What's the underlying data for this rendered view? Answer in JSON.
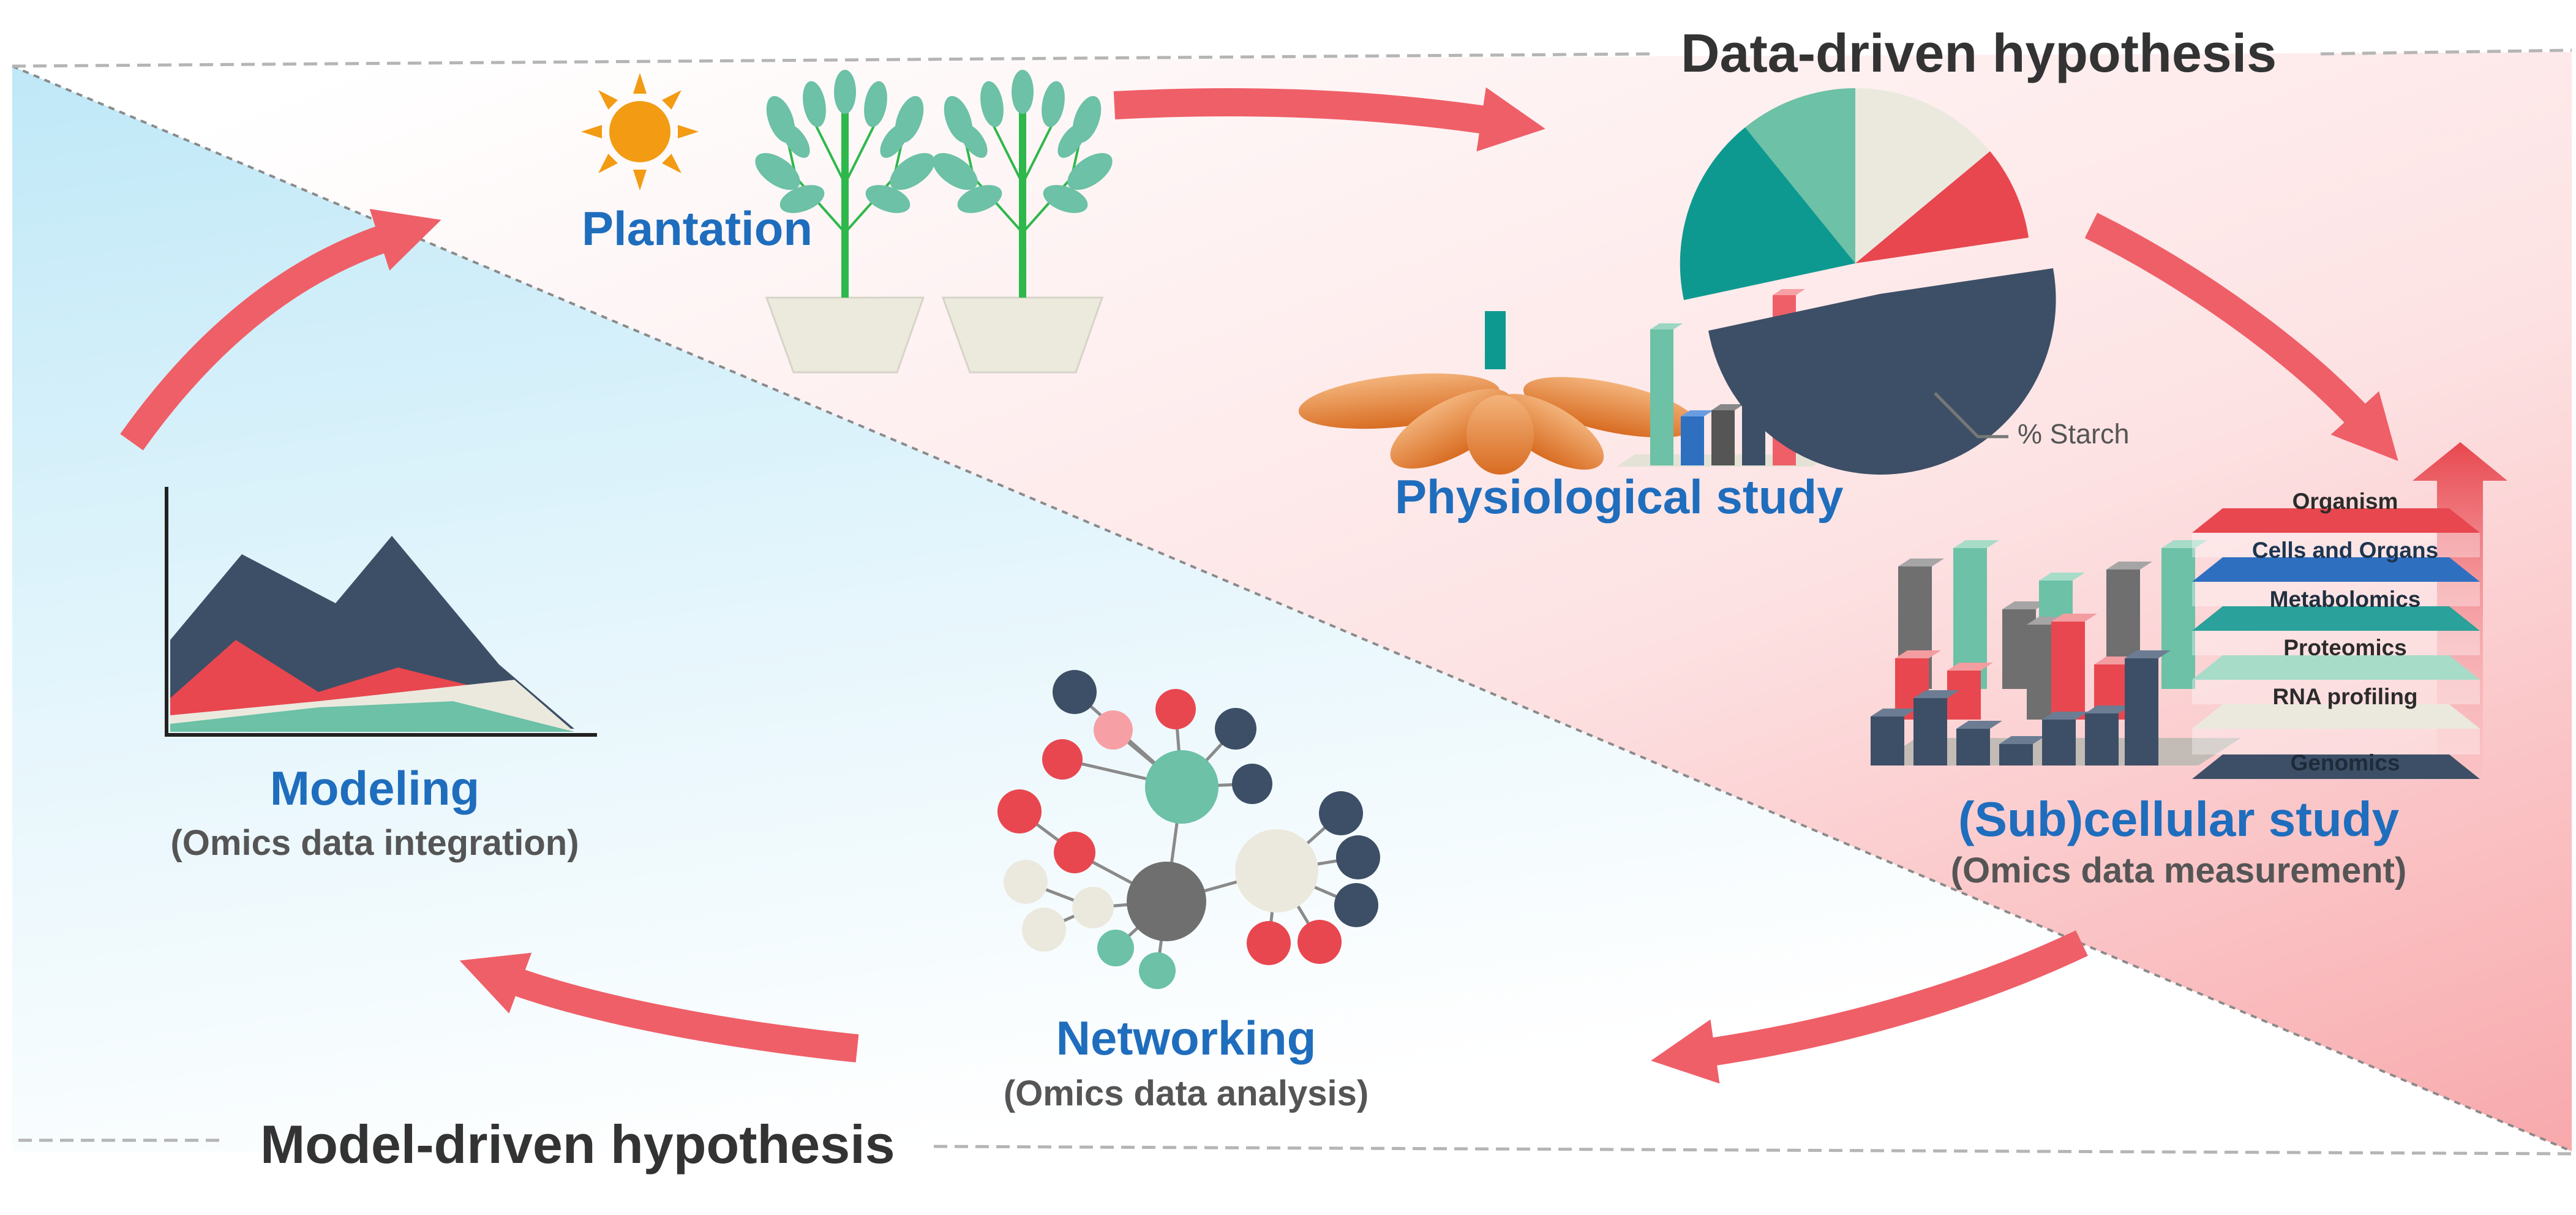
{
  "diagram": {
    "top_title": "Data-driven hypothesis",
    "bottom_title": "Model-driven hypothesis",
    "stages": {
      "plantation": {
        "title": "Plantation"
      },
      "physiological": {
        "title": "Physiological study",
        "pie_label": "% Starch"
      },
      "subcellular": {
        "title": "(Sub)cellular study",
        "subtitle": "(Omics data measurement)",
        "layers": [
          "Organism",
          "Cells and Organs",
          "Metabolomics",
          "Proteomics",
          "RNA profiling",
          "Genomics"
        ]
      },
      "networking": {
        "title": "Networking",
        "subtitle": "(Omics data analysis)"
      },
      "modeling": {
        "title": "Modeling",
        "subtitle": "(Omics data integration)"
      }
    },
    "colors": {
      "arrow": "#ef5f68",
      "accent_blue": "#1f6dbd",
      "navy": "#3d4f66",
      "teal": "#0e9990",
      "mint": "#6cc1a6",
      "cream": "#ebe9de",
      "red": "#e8474f",
      "grey": "#6f6f6f",
      "sun": "#f29b13",
      "background_blue": "#bfe8f7",
      "background_pink": "#f9b5b7"
    }
  }
}
